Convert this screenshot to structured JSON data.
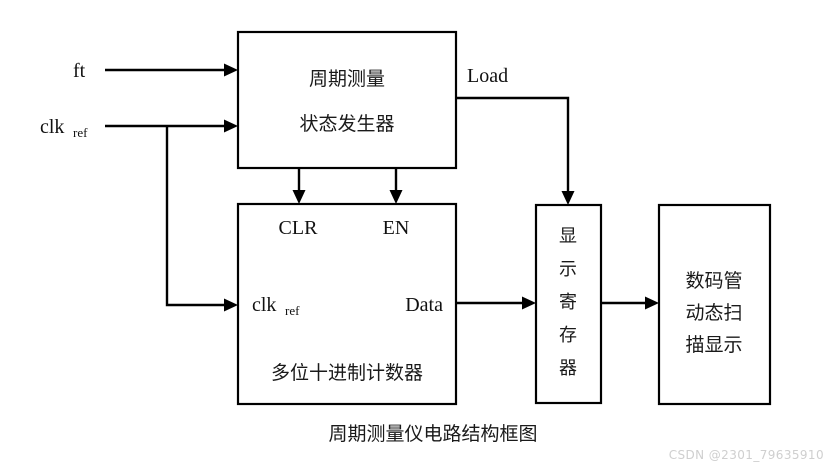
{
  "figure": {
    "caption": "周期测量仪电路结构框图",
    "watermark": "CSDN @2301_79635910",
    "background_color": "#ffffff",
    "line_color": "#000000",
    "text_color": "#1a1a1a"
  },
  "inputs": [
    {
      "id": "ft",
      "label": "ft",
      "subscript": ""
    },
    {
      "id": "clkref",
      "label": "clk",
      "subscript": "ref"
    }
  ],
  "blocks": [
    {
      "id": "state-generator",
      "lines": [
        "周期测量",
        "状态发生器"
      ],
      "orientation": "horizontal"
    },
    {
      "id": "decimal-counter",
      "lines": [
        "多位十进制计数器"
      ],
      "orientation": "horizontal",
      "port_labels": {
        "clr": "CLR",
        "en": "EN",
        "clk_main": "clk",
        "clk_sub": "ref",
        "data": "Data"
      }
    },
    {
      "id": "display-register",
      "chars": [
        "显",
        "示",
        "寄",
        "存",
        "器"
      ],
      "orientation": "vertical"
    },
    {
      "id": "led-scan-display",
      "lines": [
        "数码管",
        "动态扫",
        "描显示"
      ],
      "orientation": "horizontal"
    }
  ],
  "signals": [
    {
      "id": "load",
      "label": "Load"
    }
  ]
}
